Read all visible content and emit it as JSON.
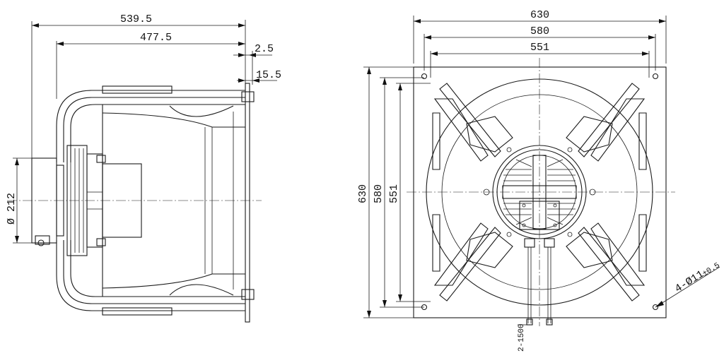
{
  "side_view": {
    "overall_length": "539.5",
    "body_length": "477.5",
    "flange_thickness": "2.5",
    "flange_offset": "15.5",
    "motor_diameter": "Ø 212"
  },
  "front_view": {
    "width_overall": "630",
    "width_holes": "580",
    "width_inner": "551",
    "height_overall": "630",
    "height_holes": "580",
    "height_inner": "551",
    "mounting_holes": "4-Ø11",
    "mounting_tolerance": "±0.5",
    "cable_label": "2-1500"
  }
}
